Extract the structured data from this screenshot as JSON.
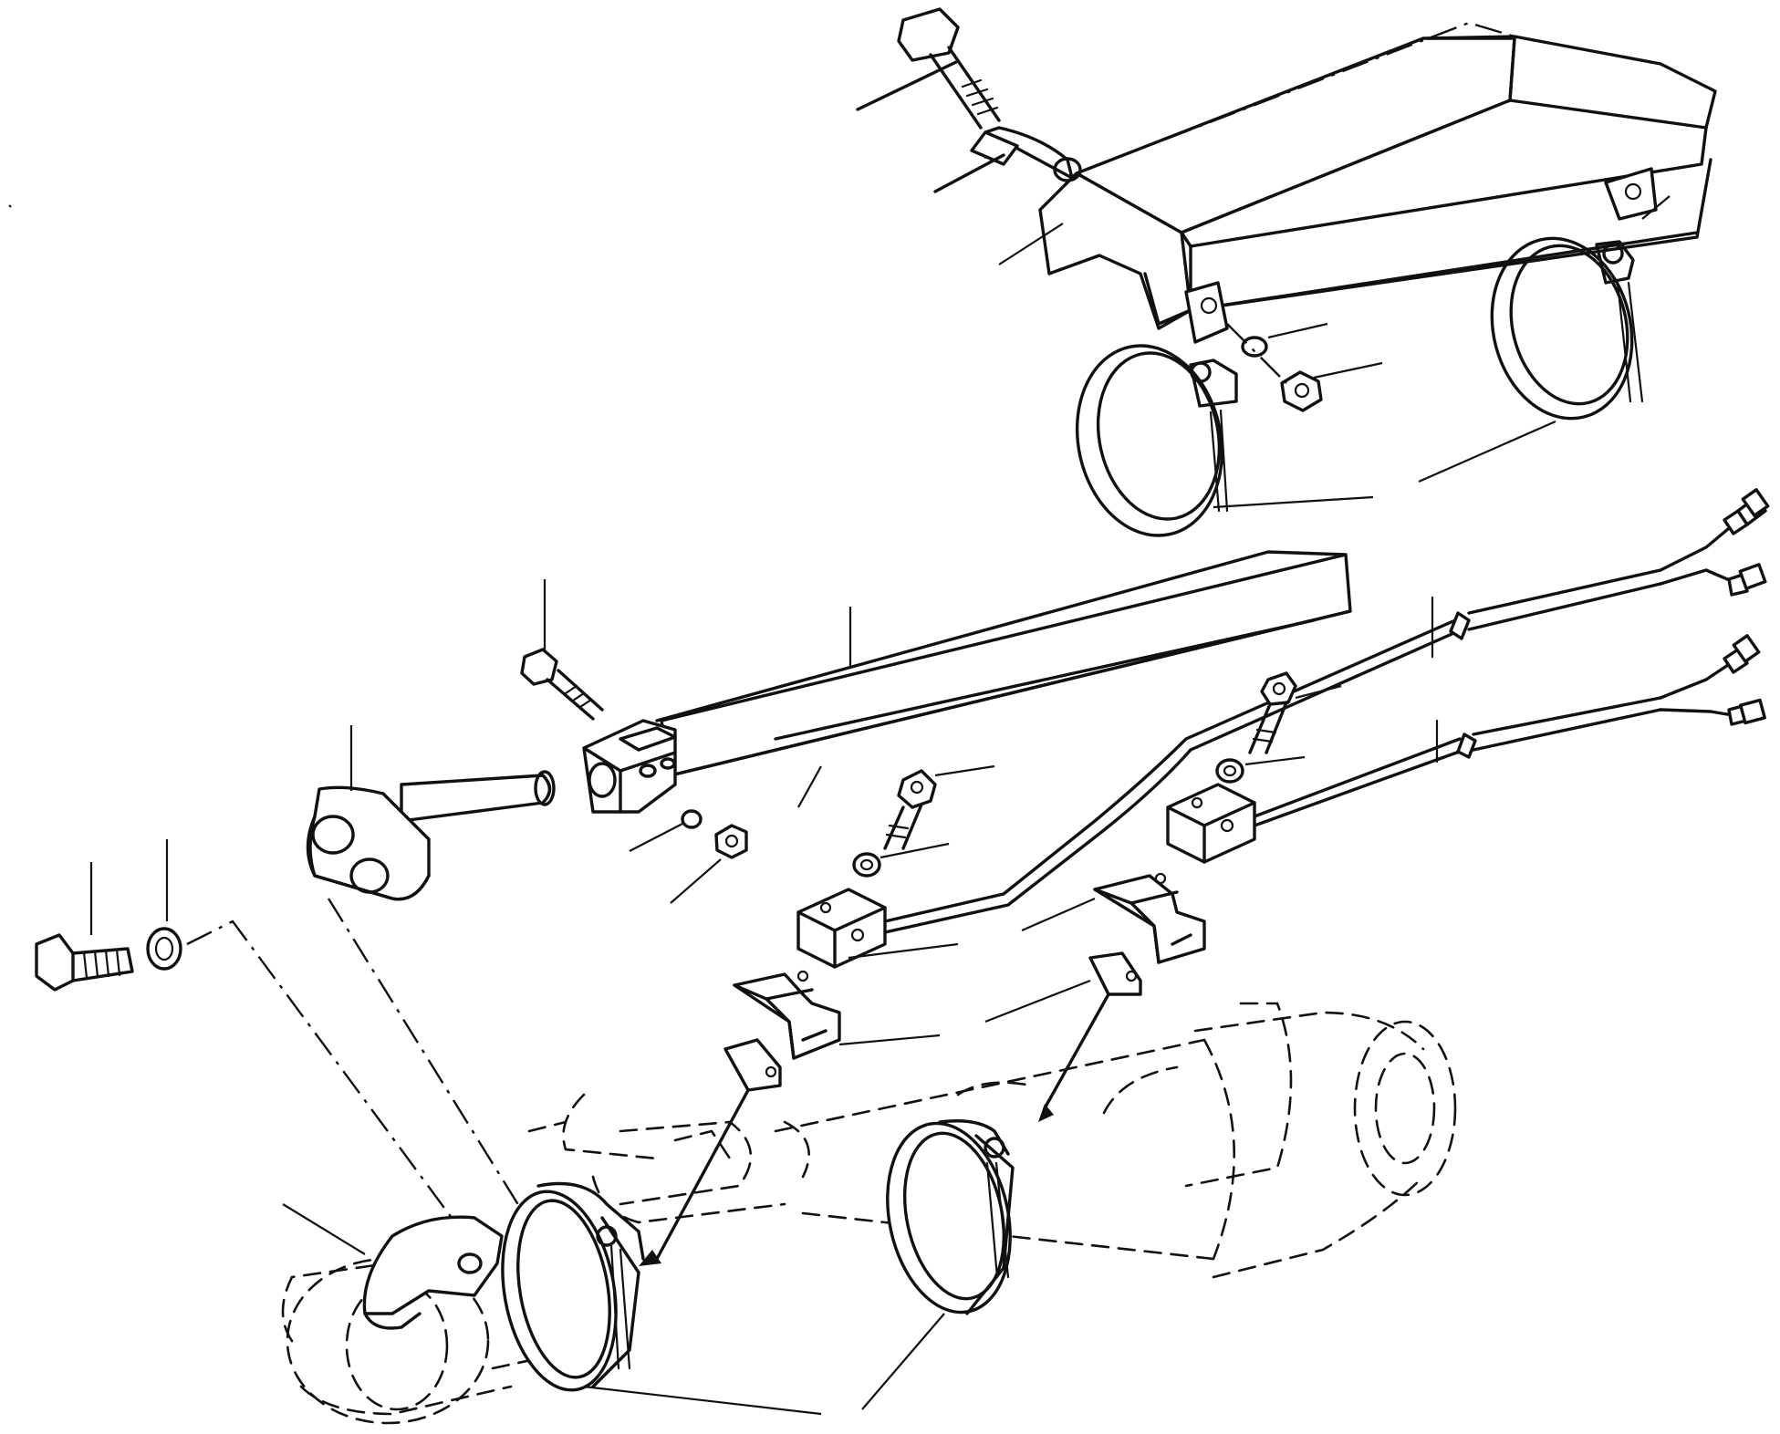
{
  "drawing": {
    "kind": "exploded-parts-view",
    "callout_labels_printed": false,
    "line_color": "#111111",
    "background": "#ffffff",
    "parts": [
      {
        "id": "upper-guard",
        "icon": "guard-channel-icon"
      },
      {
        "id": "guard-bolt",
        "icon": "bolt-icon"
      },
      {
        "id": "guard-strap",
        "icon": "bracket-icon"
      },
      {
        "id": "upper-hose-clamp-left",
        "icon": "hose-clamp-icon"
      },
      {
        "id": "upper-hose-clamp-right",
        "icon": "hose-clamp-icon"
      },
      {
        "id": "upper-washer",
        "icon": "washer-icon"
      },
      {
        "id": "upper-nut",
        "icon": "nut-icon"
      },
      {
        "id": "sensor-rail",
        "icon": "rail-icon"
      },
      {
        "id": "rail-screw",
        "icon": "bolt-icon"
      },
      {
        "id": "rail-washer",
        "icon": "washer-icon"
      },
      {
        "id": "rail-nut",
        "icon": "nut-icon"
      },
      {
        "id": "pivot-pin",
        "icon": "pin-icon"
      },
      {
        "id": "hex-bolt",
        "icon": "bolt-icon"
      },
      {
        "id": "lock-washer",
        "icon": "washer-icon"
      },
      {
        "id": "sensor-left",
        "icon": "sensor-block-icon"
      },
      {
        "id": "sensor-right",
        "icon": "sensor-block-icon"
      },
      {
        "id": "sensor-cable-pair",
        "icon": "cable-connector-icon"
      },
      {
        "id": "mounting-brackets",
        "icon": "bracket-icon"
      },
      {
        "id": "lower-hose-clamps",
        "icon": "hose-clamp-icon"
      },
      {
        "id": "cylinder-outline",
        "icon": "hydraulic-cylinder-icon"
      }
    ]
  }
}
